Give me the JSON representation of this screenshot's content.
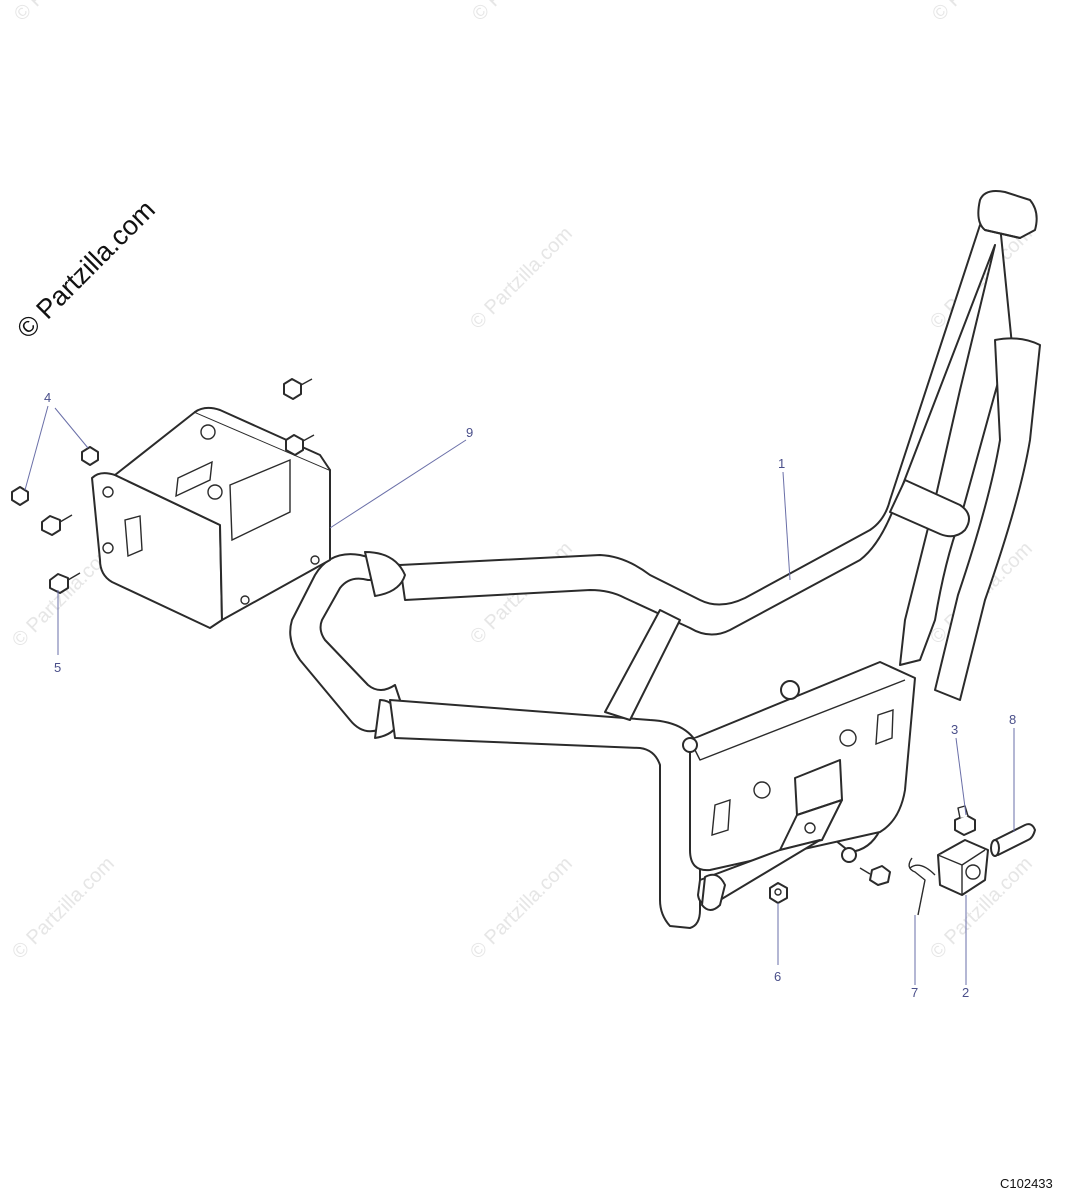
{
  "logo": {
    "text": "© Partzilla.com"
  },
  "watermark": {
    "text": "© Partzilla.com"
  },
  "diagram_code": "C102433",
  "callouts": [
    {
      "number": "1",
      "part": "bumper-tube-frame"
    },
    {
      "number": "2",
      "part": "hitch-receiver-block"
    },
    {
      "number": "3",
      "part": "bolt"
    },
    {
      "number": "4",
      "part": "mounting-screw"
    },
    {
      "number": "5",
      "part": "flange-bolt"
    },
    {
      "number": "6",
      "part": "flange-nut"
    },
    {
      "number": "7",
      "part": "hitch-pin-clip"
    },
    {
      "number": "8",
      "part": "hitch-pin"
    },
    {
      "number": "9",
      "part": "mounting-bracket"
    }
  ],
  "colors": {
    "callout": "#4a4f8a",
    "leader": "#6a6fa8",
    "outline": "#2b2b2b",
    "watermark": "#e6e6e6"
  }
}
